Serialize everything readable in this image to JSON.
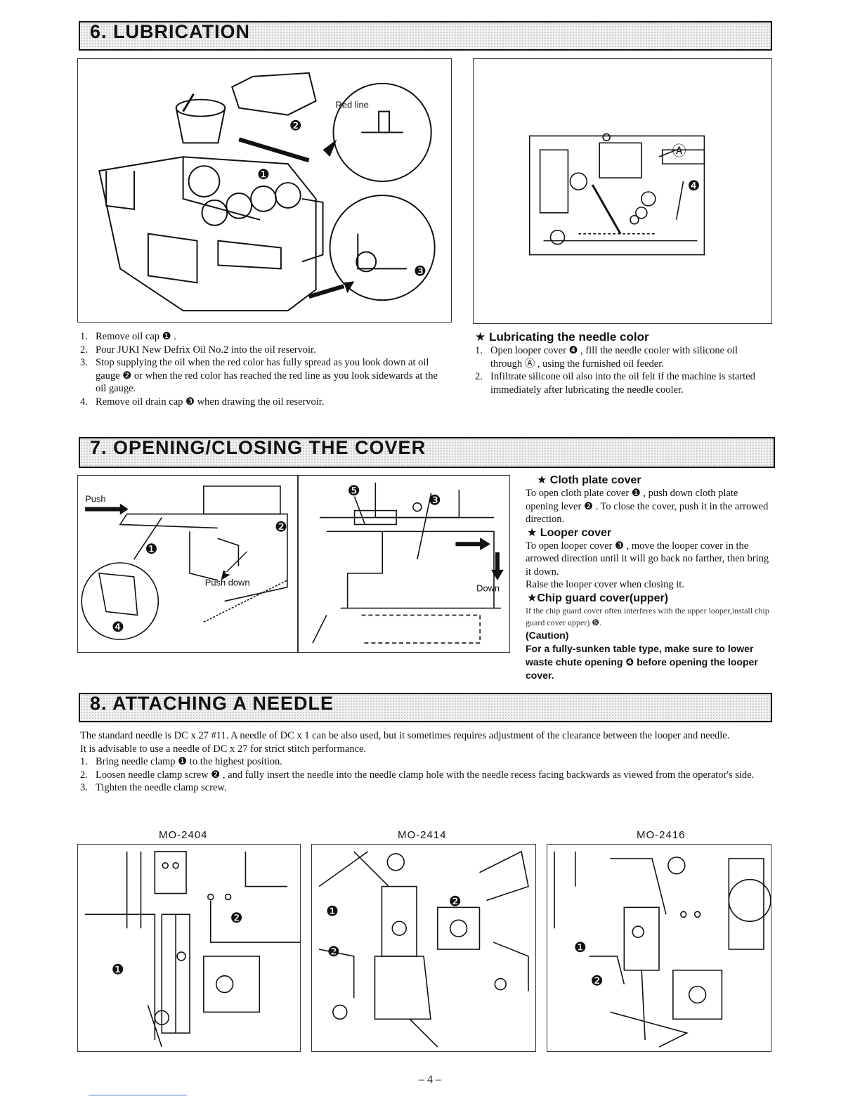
{
  "sections": {
    "lubrication": {
      "title": "6. LUBRICATION",
      "fig_left_labels": {
        "red_line": "Red line",
        "m1": "❶",
        "m2": "❷",
        "m3": "❸"
      },
      "fig_right_labels": {
        "mA": "Ⓐ",
        "m4": "❹"
      },
      "steps": [
        {
          "n": "1.",
          "text": "Remove oil cap ❶ ."
        },
        {
          "n": "2.",
          "text": "Pour JUKI New Defrix Oil No.2 into the oil reservoir."
        },
        {
          "n": "3.",
          "text": "Stop supplying the oil when the red color has fully spread as you look down at oil gauge ❷ or when the red color has reached the red line as you look sidewards at the oil gauge."
        },
        {
          "n": "4.",
          "text": "Remove oil drain cap ❸ when drawing the oil reservoir."
        }
      ],
      "needle_color": {
        "heading": "★ Lubricating the needle color",
        "steps": [
          {
            "n": "1.",
            "text": "Open looper cover ❹ , fill the needle cooler with silicone oil through Ⓐ , using the furnished oil feeder."
          },
          {
            "n": "2.",
            "text": "Infiltrate silicone oil also into the oil felt if the machine is started immediately after lubricating the needle cooler."
          }
        ]
      }
    },
    "cover": {
      "title": "7. OPENING/CLOSING THE COVER",
      "fig1_labels": {
        "push": "Push",
        "push_down": "Push down",
        "m1": "❶",
        "m2": "❷",
        "m4": "❹"
      },
      "fig2_labels": {
        "down": "Down",
        "m5": "❺",
        "m3": "❸"
      },
      "cloth_plate": {
        "heading": "★ Cloth plate cover",
        "text": "To open cloth plate cover ❶ , push down cloth plate opening lever ❷ . To close the cover, push it in the arrowed direction."
      },
      "looper": {
        "heading": "★ Looper cover",
        "text": "To open looper cover ❸ , move the looper cover in the arrowed direction until it will go back no farther, then bring it down.",
        "text2": "Raise the looper cover when closing it."
      },
      "chip_guard": {
        "heading": "★Chip guard cover(upper)",
        "text": "If the chip guard cover often interferes with the upper looper,install chip guard cover upper) ❺."
      },
      "caution": {
        "heading": "(Caution)",
        "text": "For a fully-sunken table type, make sure to lower waste chute opening ❹ before opening the looper cover."
      }
    },
    "needle": {
      "title": "8. ATTACHING A NEEDLE",
      "para1": "The standard needle is DC x 27 #11. A needle of DC x 1 can be also used, but it sometimes requires adjustment of the clearance between the looper and needle.",
      "para2": "It is advisable to use a needle of DC x 27 for strict stitch performance.",
      "steps": [
        {
          "n": "1.",
          "text": "Bring needle clamp ❶ to the highest position."
        },
        {
          "n": "2.",
          "text": "Loosen needle clamp screw ❷ , and fully insert the needle into the needle clamp hole with the needle recess facing backwards as viewed from the operator's side."
        },
        {
          "n": "3.",
          "text": "Tighten the needle clamp screw."
        }
      ],
      "models": [
        "MO-2404",
        "MO-2414",
        "MO-2416"
      ],
      "fig_labels": {
        "m1": "❶",
        "m2": "❷"
      }
    }
  },
  "page_number": "– 4 –"
}
